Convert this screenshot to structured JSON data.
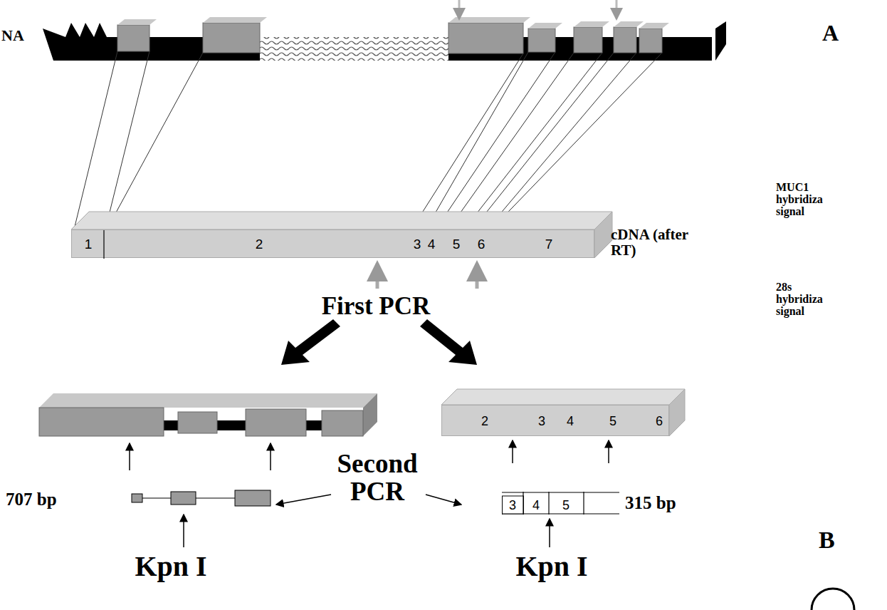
{
  "diagram": {
    "nodes": [
      {
        "text": [
          "1",
          "2",
          "3",
          "4",
          "5",
          "6",
          "7"
        ]
      },
      {
        "text": [
          "2",
          "3",
          "4",
          "5",
          "6"
        ]
      },
      {
        "text": [
          "3",
          "4",
          "5"
        ]
      }
    ],
    "labels": [
      "NA",
      "A",
      "MUC1 hybridiza signal",
      "cDNA (after RT)",
      "28s hybridiza signal",
      "First PCR",
      "707 bp",
      "Second PCR",
      "315 bp",
      "Kpn I",
      "Kpn I",
      "B"
    ]
  }
}
